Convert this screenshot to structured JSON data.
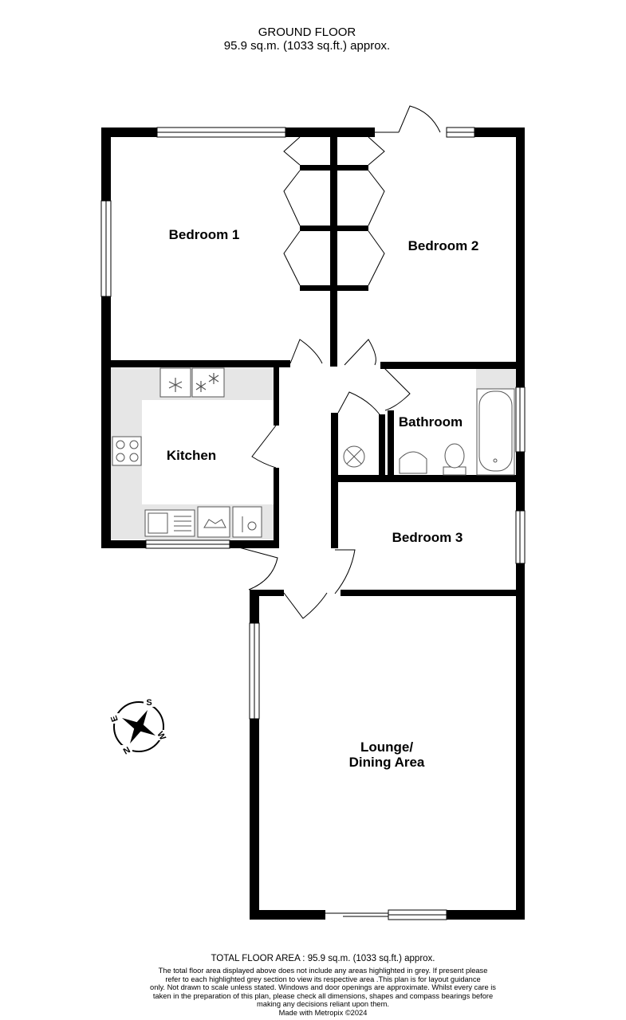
{
  "header": {
    "floor_name": "GROUND FLOOR",
    "floor_area": "95.9 sq.m. (1033 sq.ft.) approx."
  },
  "rooms": {
    "bedroom1": "Bedroom 1",
    "bedroom2": "Bedroom 2",
    "kitchen": "Kitchen",
    "bathroom": "Bathroom",
    "bedroom3": "Bedroom 3",
    "lounge_line1": "Lounge/",
    "lounge_line2": "Dining Area"
  },
  "compass": {
    "s": "S",
    "w": "W",
    "n": "N",
    "e": "E"
  },
  "colors": {
    "wall": "#000000",
    "grey_area": "#e6e6e6",
    "fixture": "#555555"
  },
  "footer": {
    "total": "TOTAL FLOOR AREA : 95.9 sq.m. (1033 sq.ft.) approx.",
    "lines": [
      "The total floor area displayed above does not include any areas highlighted in grey. If present please",
      "refer to each highlighted grey section to view its respective area .This plan is for layout guidance",
      "only. Not drawn to scale unless stated. Windows and door openings are approximate. Whilst every care is",
      "taken in the preparation of this plan, please check all dimensions, shapes and compass bearings before",
      "making any decisions reliant upon them."
    ],
    "made_with": "Made with Metropix ©2024"
  }
}
